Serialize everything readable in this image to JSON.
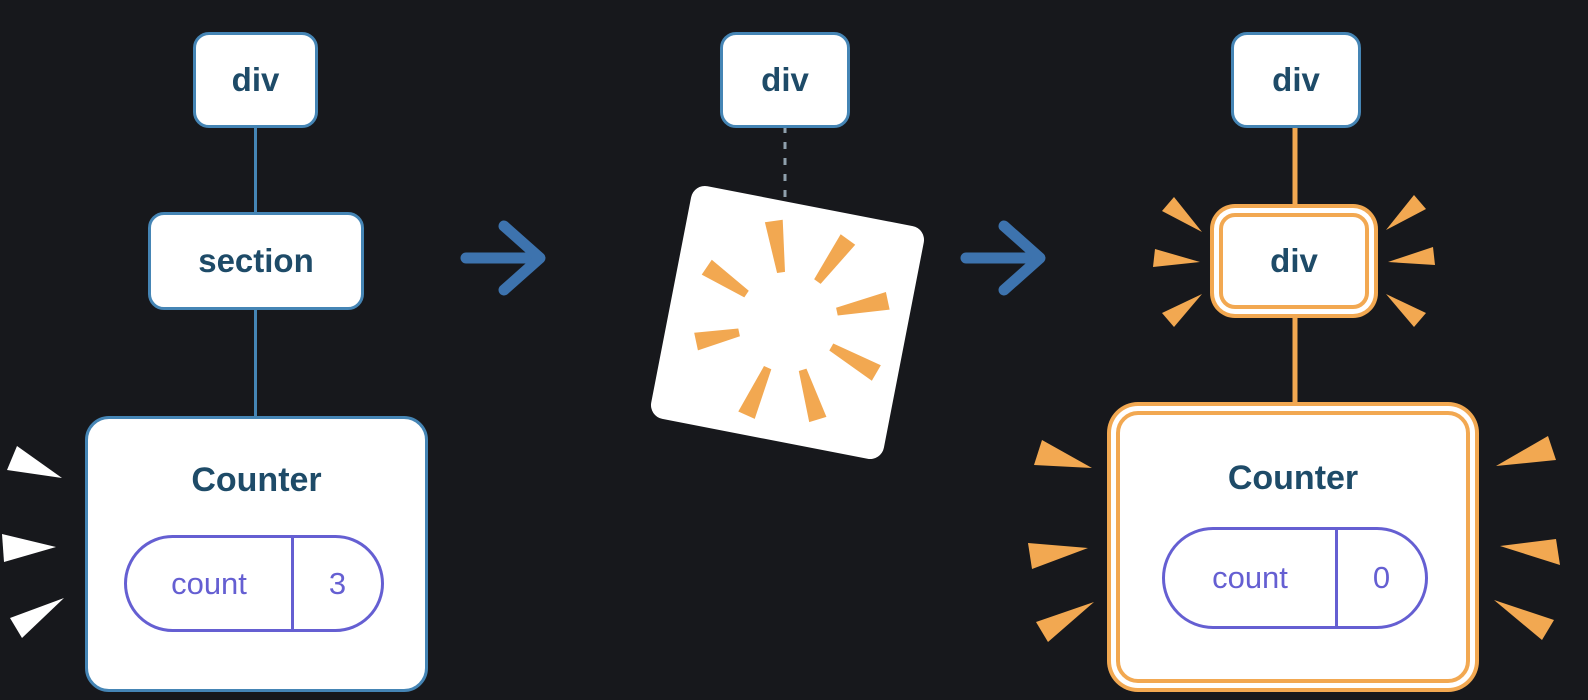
{
  "diagram": {
    "panels": {
      "before": {
        "root": {
          "label": "div"
        },
        "child": {
          "label": "section"
        },
        "counter": {
          "title": "Counter",
          "state_key": "count",
          "state_value": "3"
        }
      },
      "transition": {
        "root": {
          "label": "div"
        }
      },
      "after": {
        "root": {
          "label": "div"
        },
        "child": {
          "label": "div"
        },
        "counter": {
          "title": "Counter",
          "state_key": "count",
          "state_value": "0"
        }
      }
    }
  },
  "icons": {
    "arrow_right": "→",
    "poof": "explosion-burst",
    "emphasis_white": "burst-marks-white",
    "emphasis_orange": "burst-marks-orange",
    "dashed_edge": "deleted-connection"
  },
  "colors": {
    "background": "#17181c",
    "node_bg": "#ffffff",
    "node_border": "#4585b5",
    "node_text": "#1e4b68",
    "line_blue": "#4585b5",
    "dashed_line": "#8fa0ad",
    "arrow_blue": "#3d73ae",
    "state_purple": "#655fd2",
    "highlight_orange": "#f2a851",
    "burst_white": "#ffffff"
  }
}
